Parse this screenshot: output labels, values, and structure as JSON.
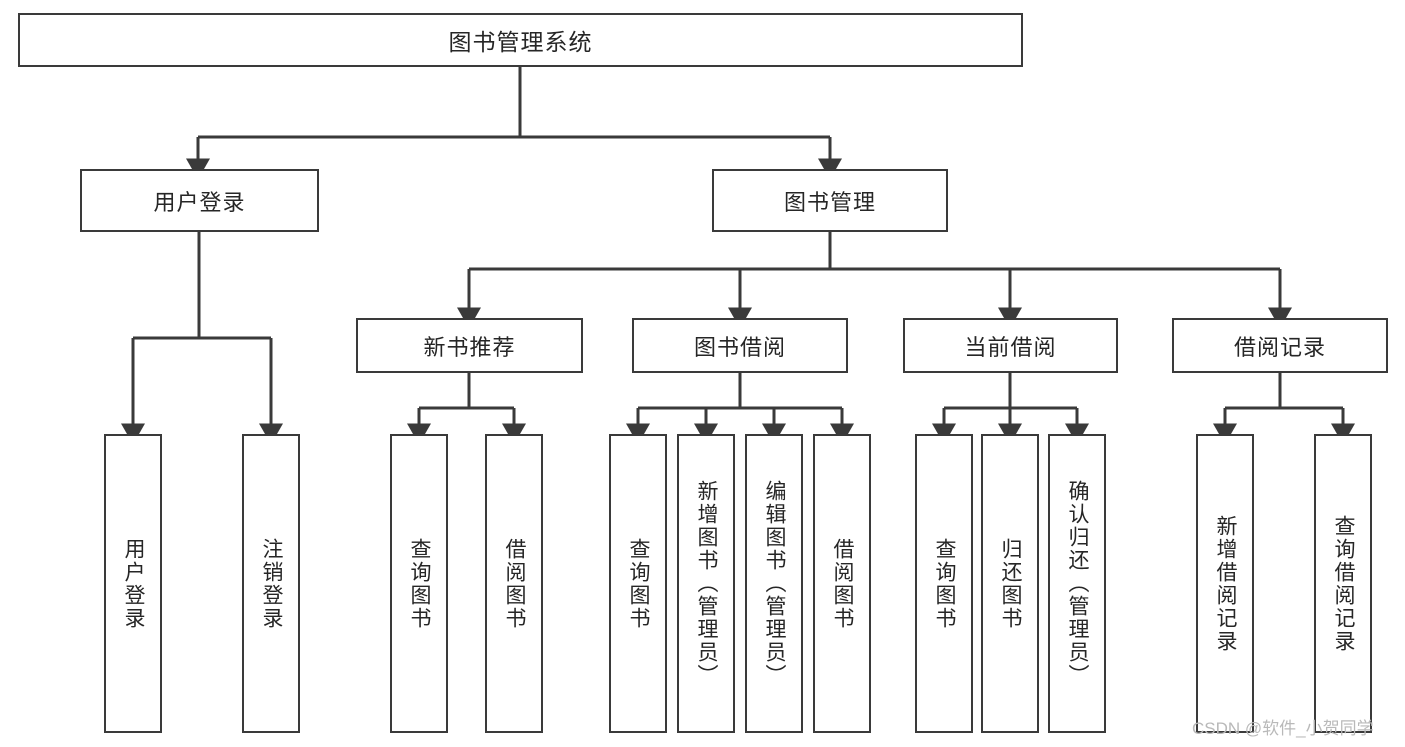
{
  "diagram": {
    "title": "图书管理系统",
    "root": {
      "label": "图书管理系统"
    },
    "level2": [
      {
        "label": "用户登录"
      },
      {
        "label": "图书管理"
      }
    ],
    "level3": [
      {
        "label": "新书推荐"
      },
      {
        "label": "图书借阅"
      },
      {
        "label": "当前借阅"
      },
      {
        "label": "借阅记录"
      }
    ],
    "leaves": {
      "user_login": [
        {
          "label": "用户登录"
        },
        {
          "label": "注销登录"
        }
      ],
      "new_book_recommend": [
        {
          "label": "查询图书"
        },
        {
          "label": "借阅图书"
        }
      ],
      "book_borrow": [
        {
          "label": "查询图书"
        },
        {
          "label": "新增图书（管理员）"
        },
        {
          "label": "编辑图书（管理员）"
        },
        {
          "label": "借阅图书"
        }
      ],
      "current_borrow": [
        {
          "label": "查询图书"
        },
        {
          "label": "归还图书"
        },
        {
          "label": "确认归还（管理员）"
        }
      ],
      "borrow_record": [
        {
          "label": "新增借阅记录"
        },
        {
          "label": "查询借阅记录"
        }
      ]
    }
  },
  "watermark": {
    "text": "CSDN @软件_小贺同学"
  },
  "colors": {
    "stroke": "#3a3a3a",
    "text": "#262626",
    "background": "#ffffff",
    "watermark": "#b9b9b9"
  }
}
